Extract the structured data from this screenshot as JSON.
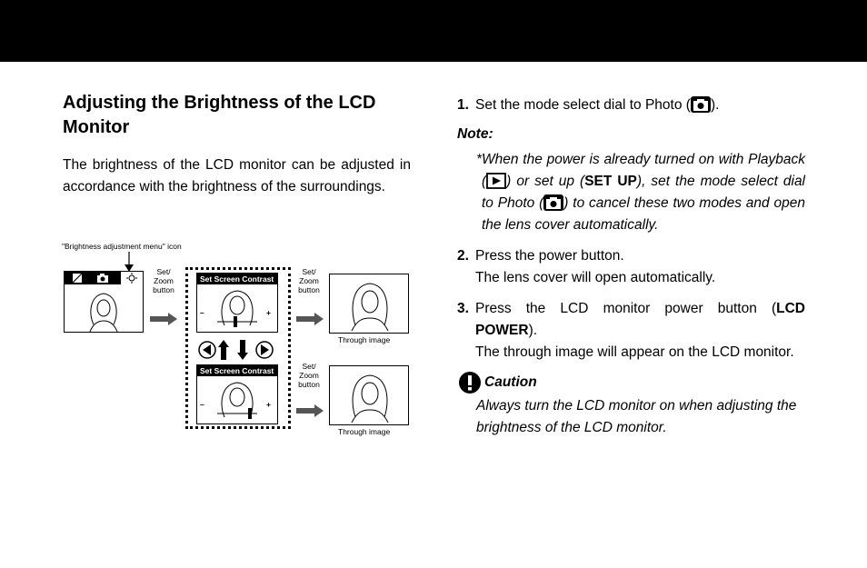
{
  "left": {
    "title": "Adjusting the Brightness of the LCD Monitor",
    "intro": "The brightness of the LCD monitor can be adjusted in accordance with the brightness of the surroundings."
  },
  "diagram": {
    "menu_icon_label": "\"Brightness adjustment menu\" icon",
    "set_zoom_1": [
      "Set/",
      "Zoom",
      "button"
    ],
    "set_zoom_2": [
      "Set/",
      "Zoom",
      "button"
    ],
    "set_zoom_3": [
      "Set/",
      "Zoom",
      "button"
    ],
    "contrast_title_1": "Set Screen Contrast",
    "contrast_title_2": "Set Screen Contrast",
    "through_image_1": "Through image",
    "through_image_2": "Through image",
    "minus": "–",
    "plus": "+"
  },
  "right": {
    "step1": {
      "num": "1.",
      "text_a": "Set the mode select dial to Photo (",
      "text_b": ")."
    },
    "note_label": "Note:",
    "note": {
      "a": "*When the power is already turned on with Playback (",
      "b": ") or set up (",
      "setup": "SET UP",
      "c": "), set the mode select dial to Photo (",
      "d": ") to cancel these two modes and open the lens cover automatically."
    },
    "step2": {
      "num": "2.",
      "line1": "Press the power button.",
      "line2": "The lens cover will open automatically."
    },
    "step3": {
      "num": "3.",
      "text_a": "Press the LCD monitor power button (",
      "bold": "LCD POWER",
      "text_b": ").",
      "line2": "The through image will appear on the LCD monitor."
    },
    "caution_label": "Caution",
    "caution_text": "Always turn the LCD monitor on when adjusting the brightness of the LCD monitor."
  },
  "icons": {
    "camera": "camera-icon",
    "playback": "playback-icon",
    "caution": "caution-icon",
    "arrow": "arrow-right-icon"
  }
}
